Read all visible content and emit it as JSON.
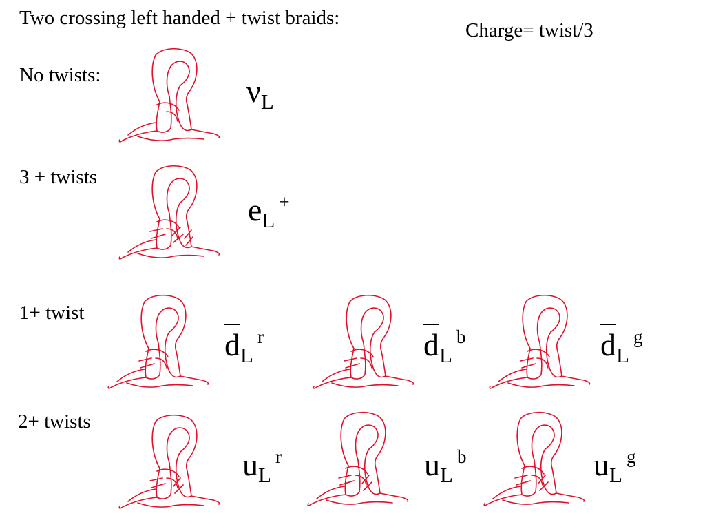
{
  "title": "Two crossing left handed + twist  braids:",
  "charge_note": "Charge= twist/3",
  "rows": [
    {
      "label": "No twists:",
      "twists": 0
    },
    {
      "label": "3 + twists",
      "twists": 3
    },
    {
      "label": "1+ twist",
      "twists": 1
    },
    {
      "label": "2+ twists",
      "twists": 2
    }
  ],
  "particles": {
    "nu": {
      "symbol": "ν",
      "sub": "L",
      "sup": ""
    },
    "e": {
      "symbol": "e",
      "sub": "L",
      "sup": "+"
    },
    "d_r": {
      "symbol": "d",
      "sub": "L",
      "sup": "r",
      "overline": true
    },
    "d_b": {
      "symbol": "d",
      "sub": "L",
      "sup": "b",
      "overline": true
    },
    "d_g": {
      "symbol": "d",
      "sub": "L",
      "sup": "g",
      "overline": true
    },
    "u_r": {
      "symbol": "u",
      "sub": "L",
      "sup": "r"
    },
    "u_b": {
      "symbol": "u",
      "sub": "L",
      "sup": "b"
    },
    "u_g": {
      "symbol": "u",
      "sub": "L",
      "sup": "g"
    }
  },
  "colors": {
    "braid_stroke": "#e0112b",
    "text": "#000000",
    "background": "#ffffff"
  },
  "braids": [
    {
      "row": 0,
      "particle": "nu",
      "hatched_strands": 0
    },
    {
      "row": 1,
      "particle": "e",
      "hatched_strands": 3
    },
    {
      "row": 2,
      "particle": "d_r",
      "hatched_strands": 1
    },
    {
      "row": 2,
      "particle": "d_b",
      "hatched_strands": 1
    },
    {
      "row": 2,
      "particle": "d_g",
      "hatched_strands": 1
    },
    {
      "row": 3,
      "particle": "u_r",
      "hatched_strands": 2
    },
    {
      "row": 3,
      "particle": "u_b",
      "hatched_strands": 2
    },
    {
      "row": 3,
      "particle": "u_g",
      "hatched_strands": 2
    }
  ]
}
